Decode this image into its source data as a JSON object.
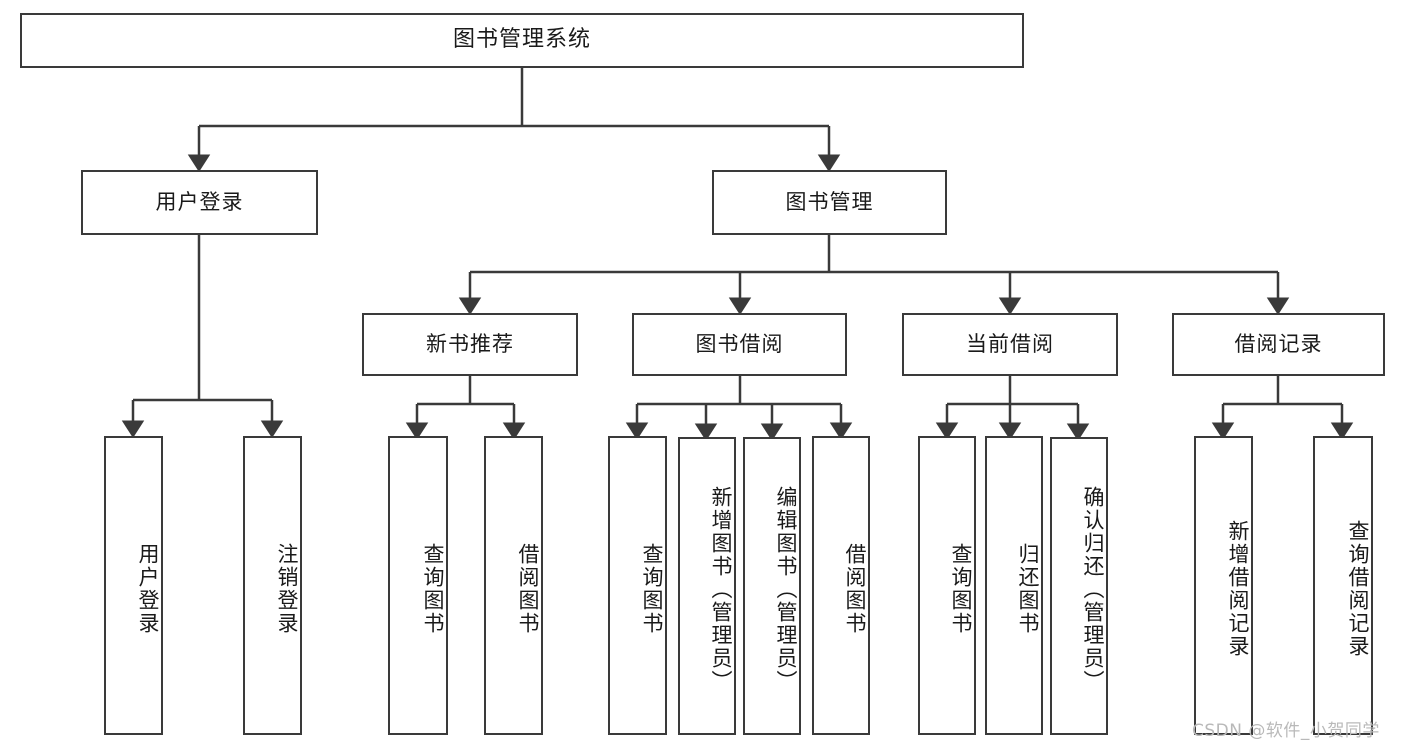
{
  "diagram": {
    "title": "图书管理系统",
    "type": "tree",
    "watermark": "CSDN @软件_小贺同学",
    "colors": {
      "border": "#3a3a3a",
      "fill": "#ffffff",
      "text": "#1a1a1a",
      "watermark": "#b9b9b9"
    },
    "nodes": {
      "root": "图书管理系统",
      "level1": [
        "用户登录",
        "图书管理"
      ],
      "level2": [
        "新书推荐",
        "图书借阅",
        "当前借阅",
        "借阅记录"
      ],
      "leaves_user_login": [
        "用户登录",
        "注销登录"
      ],
      "leaves_new_book": [
        "查询图书",
        "借阅图书"
      ],
      "leaves_borrow": [
        "查询图书",
        "新增图书（管理员）",
        "编辑图书（管理员）",
        "借阅图书"
      ],
      "leaves_current": [
        "查询图书",
        "归还图书",
        "确认归还（管理员）"
      ],
      "leaves_records": [
        "新增借阅记录",
        "查询借阅记录"
      ]
    }
  }
}
